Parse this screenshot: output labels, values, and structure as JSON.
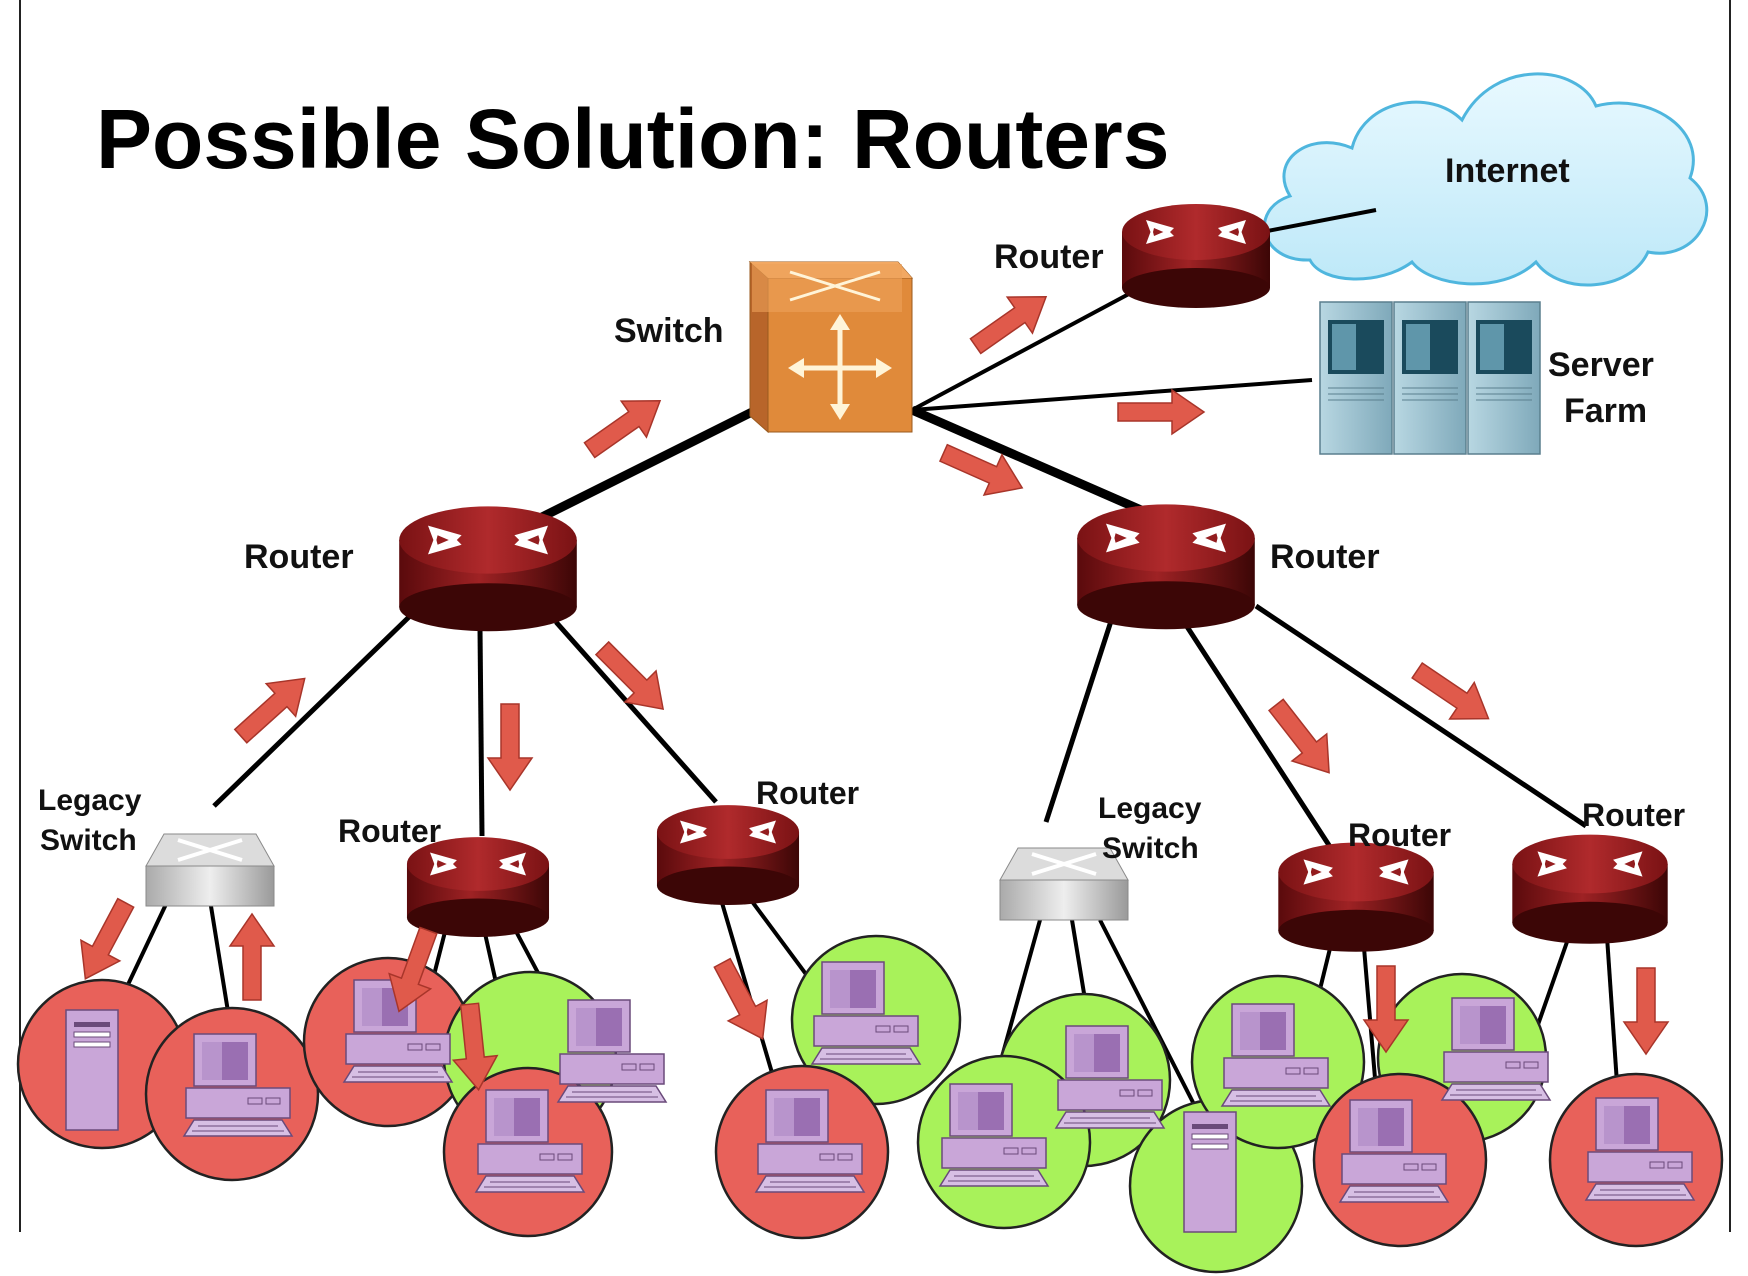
{
  "title": "Possible Solution: Routers",
  "cloud_label": "Internet",
  "labels": {
    "internet_router": "Router",
    "core_switch": "Switch",
    "server_farm_line1": "Server",
    "server_farm_line2": "Farm",
    "left_router": "Router",
    "right_router": "Router",
    "legacy_left_line1": "Legacy",
    "legacy_left_line2": "Switch",
    "router_l1": "Router",
    "router_l2": "Router",
    "legacy_right_line1": "Legacy",
    "legacy_right_line2": "Switch",
    "router_r1": "Router",
    "router_r2": "Router"
  },
  "colors": {
    "router": "#8e1a1c",
    "switch": "#e08a3a",
    "legacy_switch": "#c8c8c8",
    "server": "#9ec3d1",
    "cloud": "#cdeefa",
    "arrow": "#e05a4b",
    "host_red": "#e8615a",
    "host_green": "#a8f25a",
    "computer": "#c9a6d8"
  },
  "icons": [
    "router-icon",
    "switch-icon",
    "legacy-switch-icon",
    "server-icon",
    "computer-icon",
    "tower-server-icon",
    "cloud-icon",
    "arrow-icon"
  ]
}
